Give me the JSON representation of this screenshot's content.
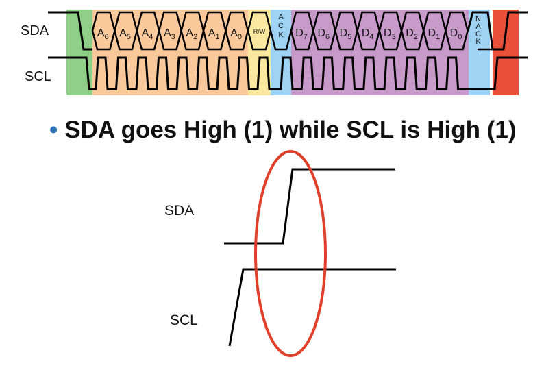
{
  "timing_diagram": {
    "sda_label": "SDA",
    "scl_label": "SCL",
    "address_bits": [
      {
        "base": "A",
        "sub": "6"
      },
      {
        "base": "A",
        "sub": "5"
      },
      {
        "base": "A",
        "sub": "4"
      },
      {
        "base": "A",
        "sub": "3"
      },
      {
        "base": "A",
        "sub": "2"
      },
      {
        "base": "A",
        "sub": "1"
      },
      {
        "base": "A",
        "sub": "0"
      }
    ],
    "rw_label": "R/W",
    "ack_label": "ACK",
    "data_bits": [
      {
        "base": "D",
        "sub": "7"
      },
      {
        "base": "D",
        "sub": "6"
      },
      {
        "base": "D",
        "sub": "5"
      },
      {
        "base": "D",
        "sub": "4"
      },
      {
        "base": "D",
        "sub": "3"
      },
      {
        "base": "D",
        "sub": "2"
      },
      {
        "base": "D",
        "sub": "1"
      },
      {
        "base": "D",
        "sub": "0"
      }
    ],
    "nack_label": "NACK",
    "colors": {
      "start": "#8fcf87",
      "address": "#f9c89b",
      "rw": "#fbe8a0",
      "ack": "#9fd3f3",
      "data": "#c79ac9",
      "nack": "#9fd3f3",
      "stop": "#e8503a"
    }
  },
  "headline": {
    "bullet": "•",
    "text": "SDA goes High (1) while SCL is High (1)"
  },
  "stop_condition": {
    "sda_label": "SDA",
    "scl_label": "SCL",
    "highlight_color": "#e0402a"
  }
}
